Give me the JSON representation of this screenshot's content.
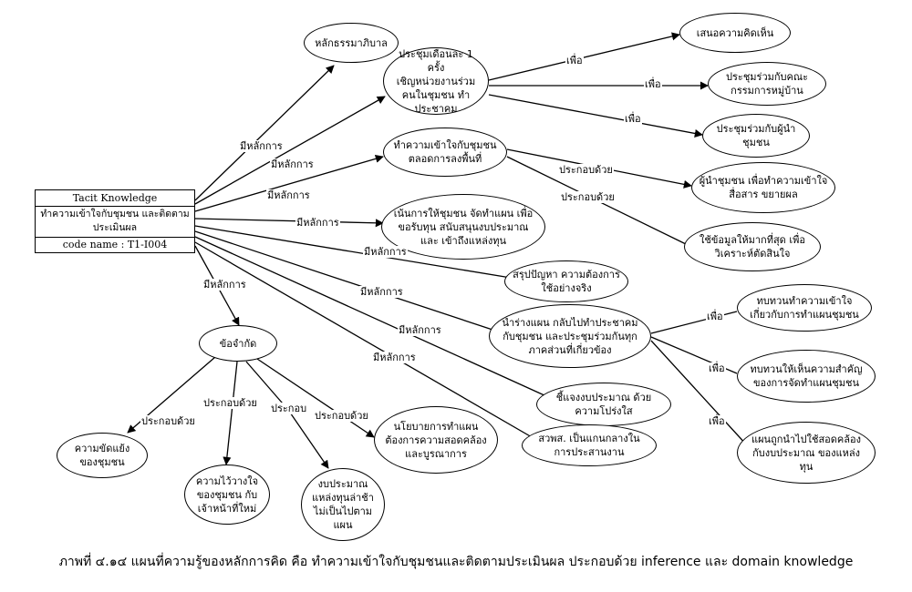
{
  "root": {
    "title": "Tacit Knowledge",
    "body": "ทำความเข้าใจกับชุมชน และติดตามประเมินผล",
    "code": "code name : T1-I004"
  },
  "nodes": {
    "n_tammaphiban": "หลักธรรมาภิบาล",
    "n_meeting": "ประชุมเดือนละ 1 ครั้ง\nเชิญหน่วยงานร่วม\nคนในชุมชน ทำ\nประชาคม",
    "n_opinion": "เสนอความคิดเห็น",
    "n_committee": "ประชุมร่วมกับคณะ\nกรรมการหมู่บ้าน",
    "n_leader_meet": "ประชุมร่วมกับผู้นำ\nชุมชน",
    "n_understand": "ทำความเข้าใจกับชุมชน\nตลอดการลงพื้นที่",
    "n_leader_comm": "ผู้นำชุมชน เพื่อทำความเข้าใจ\nสื่อสาร ขยายผล",
    "n_data": "ใช้ข้อมูลให้มากที่สุด เพื่อ\nวิเคราะห์ตัดสินใจ",
    "n_focus": "เน้นการให้ชุมชน จัดทำแผน เพื่อ\nขอรับทุน สนับสนุนงบประมาณ\nและ เข้าถึงแหล่งทุน",
    "n_summary": "สรุปปัญหา ความต้องการ\nใช้อย่างจริง",
    "n_draft": "นำร่างแผน กลับไปทำประชาคม\nกับชุมชน และประชุมร่วมกันทุก\nภาคส่วนที่เกี่ยวข้อง",
    "n_review1": "ทบทวนทำความเข้าใจ\nเกี่ยวกับการทำแผนชุมชน",
    "n_review2": "ทบทวนให้เห็นความสำคัญ\nของการจัดทำแผนชุมชน",
    "n_budget_use": "แผนถูกนำไปใช้สอดคล้อง\nกับงบประมาณ ของแหล่ง\nทุน",
    "n_explain": "ชี้แจงงบประมาณ ด้วย\nความโปร่งใส",
    "n_swps": "สวพส. เป็นแกนกลางใน\nการประสานงาน",
    "n_limit": "ข้อจำกัด",
    "n_conflict": "ความขัดแย้ง\nของชุมชน",
    "n_trust": "ความไว้วางใจ\nของชุมชน กับ\nเจ้าหน้าที่ใหม่",
    "n_budget_late": "งบประมาณ\nแหล่งทุนล่าช้า\nไม่เป็นไปตาม\nแผน",
    "n_policy": "นโยบายการทำแผน\nต้องการความสอดคล้อง\nและบูรณาการ"
  },
  "edge_labels": {
    "mi_lak_1": "มีหลักการ",
    "mi_lak_2": "มีหลักการ",
    "mi_lak_3": "มีหลักการ",
    "mi_lak_4": "มีหลักการ",
    "mi_lak_5": "มีหลักการ",
    "mi_lak_6": "มีหลักการ",
    "mi_lak_7": "มีหลักการ",
    "mi_lak_8": "มีหลักการ",
    "mi_lak_9": "มีหลักการ",
    "puea_1": "เพื่อ",
    "puea_2": "เพื่อ",
    "puea_3": "เพื่อ",
    "puea_4": "เพื่อ",
    "puea_5": "เพื่อ",
    "puea_6": "เพื่อ",
    "prakob_1": "ประกอบด้วย",
    "prakob_2": "ประกอบด้วย",
    "prakob_3": "ประกอบด้วย",
    "prakob_4": "ประกอบด้วย",
    "prakob_5": "ประกอบ",
    "prakob_6": "ประกอบด้วย"
  },
  "caption": "ภาพที่ ๔.๑๔ แผนที่ความรู้ของหลักการคิด คือ ทำความเข้าใจกับชุมชนและติดตามประเมินผล ประกอบด้วย inference และ domain knowledge"
}
